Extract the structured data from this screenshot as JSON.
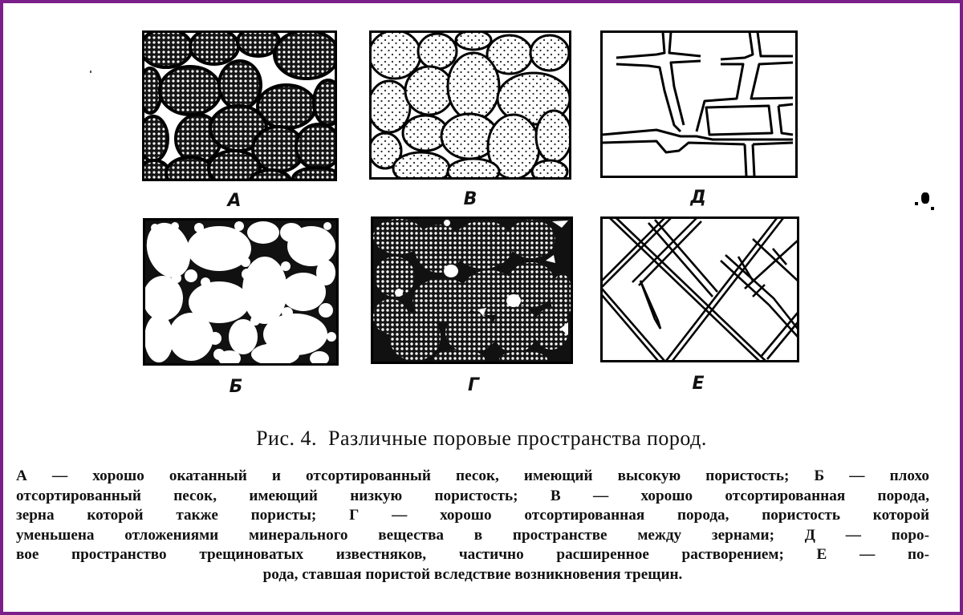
{
  "figure": {
    "panels": [
      {
        "id": "A",
        "label": "А",
        "type": "well-rounded-sorted-sand"
      },
      {
        "id": "V",
        "label": "В",
        "type": "sorted-porous-grains"
      },
      {
        "id": "D",
        "label": "Д",
        "type": "fractured-limestone-dissolved"
      },
      {
        "id": "B",
        "label": "Б",
        "type": "poorly-sorted-sand"
      },
      {
        "id": "G",
        "label": "Г",
        "type": "cemented-sorted-rock"
      },
      {
        "id": "E",
        "label": "Е",
        "type": "fractured-rock"
      }
    ],
    "caption": {
      "number": "Рис. 4.",
      "title": "Различные поровые пространства пород."
    },
    "description_lines": [
      "А — хорошо окатанный и отсортированный песок, имеющий высокую пористость;  Б — плохо",
      "отсортированный песок, имеющий низкую пористость;  В — хорошо отсортированная порода,",
      "зерна которой также пористы;  Г — хорошо  отсортированная порода,  пористость которой",
      "уменьшена отложениями минерального вещества в пространстве  между зернами;  Д — поро-",
      "вое пространство трещиноватых известняков, частично расширенное  растворением;  Е — по-",
      "рода, ставшая пористой вследствие возникновения трещин."
    ]
  },
  "colors": {
    "frame": "#7b1f8a",
    "ink": "#111111",
    "paper": "#ffffff"
  }
}
